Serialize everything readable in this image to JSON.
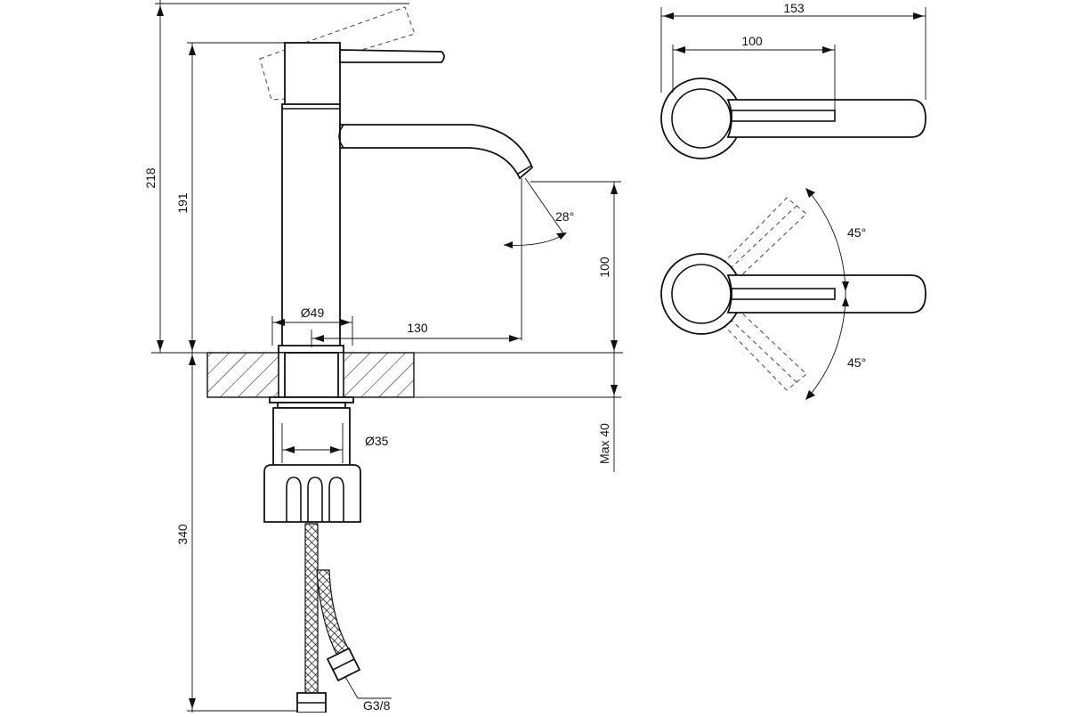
{
  "dimensions": {
    "overall_height": "218",
    "body_height": "191",
    "body_diameter": "Ø49",
    "reach": "130",
    "spout_clearance": "100",
    "spout_angle": "28°",
    "max_deck_thickness": "Max 40",
    "shank_diameter": "Ø35",
    "hose_length": "340",
    "hose_thread": "G3/8",
    "top_total_width": "153",
    "top_lever_length": "100",
    "lever_rotation_up": "45°",
    "lever_rotation_down": "45°"
  },
  "colors": {
    "line": "#111111",
    "background": "#ffffff",
    "hidden_line": "#555555"
  }
}
